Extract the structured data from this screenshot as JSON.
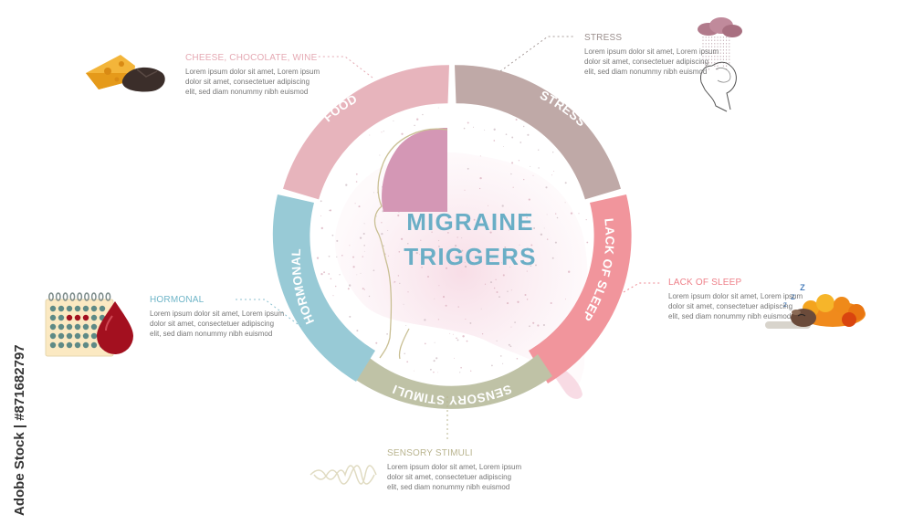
{
  "center": {
    "line1": "MIGRAINE",
    "line2": "TRIGGERS"
  },
  "segments": {
    "food": {
      "label": "FOOD",
      "color": "#e7b4bc"
    },
    "stress": {
      "label": "STRESS",
      "color": "#bfa9a7"
    },
    "sleep": {
      "label": "LACK OF SLEEP",
      "color": "#f1959c"
    },
    "sensory": {
      "label": "SENSORY STIMULI",
      "color": "#bfc2a6"
    },
    "hormonal": {
      "label": "HORMONAL",
      "color": "#98cad6"
    }
  },
  "callouts": {
    "food": {
      "title": "CHEESE, CHOCOLATE, WINE",
      "body": "Lorem ipsum dolor sit amet, Lorem ipsum dolor sit amet, consectetuer adipiscing elit, sed diam nonummy nibh euismod",
      "icon": "cheese-chocolate-icon"
    },
    "stress": {
      "title": "STRESS",
      "body": "Lorem ipsum dolor sit amet, Lorem ipsum dolor sit amet, consectetuer adipiscing elit, sed diam nonummy nibh euismod",
      "icon": "head-raincloud-icon"
    },
    "sleep": {
      "title": "LACK OF SLEEP",
      "body": "Lorem ipsum dolor sit amet, Lorem ipsum dolor sit amet, consectetuer adipiscing elit, sed diam nonummy nibh euismod",
      "icon": "sleeping-sheep-moon-icon"
    },
    "sensory": {
      "title": "SENSORY STIMULI",
      "body": "Lorem ipsum dolor sit amet, Lorem ipsum dolor sit amet, consectetuer adipiscing elit, sed diam nonummy nibh euismod",
      "icon": "sound-wave-icon"
    },
    "hormonal": {
      "title": "HORMONAL",
      "body": "Lorem ipsum dolor sit amet, Lorem ipsum dolor sit amet, consectetuer adipiscing elit, sed diam nonummy nibh euismod",
      "icon": "calendar-blood-drop-icon"
    }
  },
  "watermark": {
    "text": "Adobe Stock | #871682797"
  },
  "colors": {
    "title": "#6aaec6",
    "food_text": "#e5a9b3",
    "stress_text": "#9a8e8c",
    "sleep_text": "#ee7f88",
    "sensory_text": "#b9b48f",
    "hormonal_text": "#6fb5c8",
    "brain": "#d497b5",
    "head_line": "#c9bf93"
  }
}
